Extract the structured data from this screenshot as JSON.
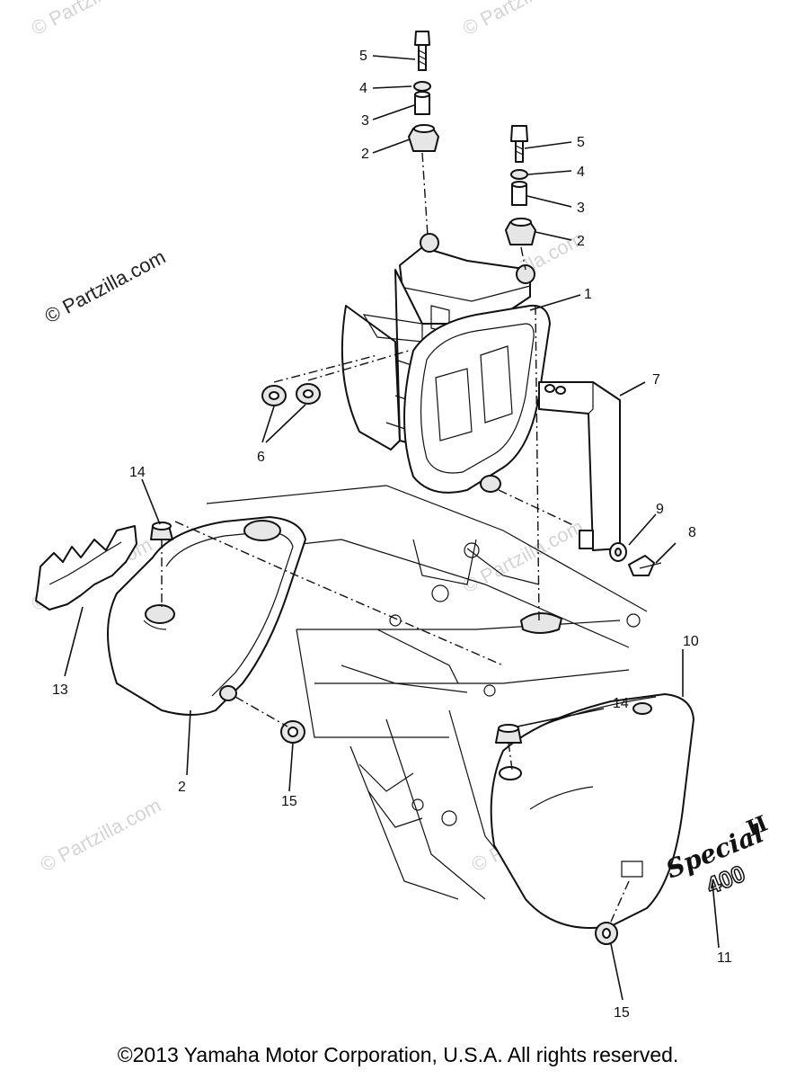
{
  "watermarks": {
    "main": "© Partzilla.com",
    "repeat": "© Partzilla.com"
  },
  "callouts": {
    "c1": "1",
    "c2a": "2",
    "c2b": "2",
    "c2c": "2",
    "c3a": "3",
    "c3b": "3",
    "c4a": "4",
    "c4b": "4",
    "c5a": "5",
    "c5b": "5",
    "c6": "6",
    "c7": "7",
    "c8": "8",
    "c9": "9",
    "c10": "10",
    "c11": "11",
    "c13": "13",
    "c14a": "14",
    "c14b": "14",
    "c15a": "15",
    "c15b": "15"
  },
  "emblem": {
    "script": "Special",
    "roman": "II",
    "number": "400"
  },
  "copyright": "©2013 Yamaha Motor Corporation, U.S.A. All rights reserved."
}
